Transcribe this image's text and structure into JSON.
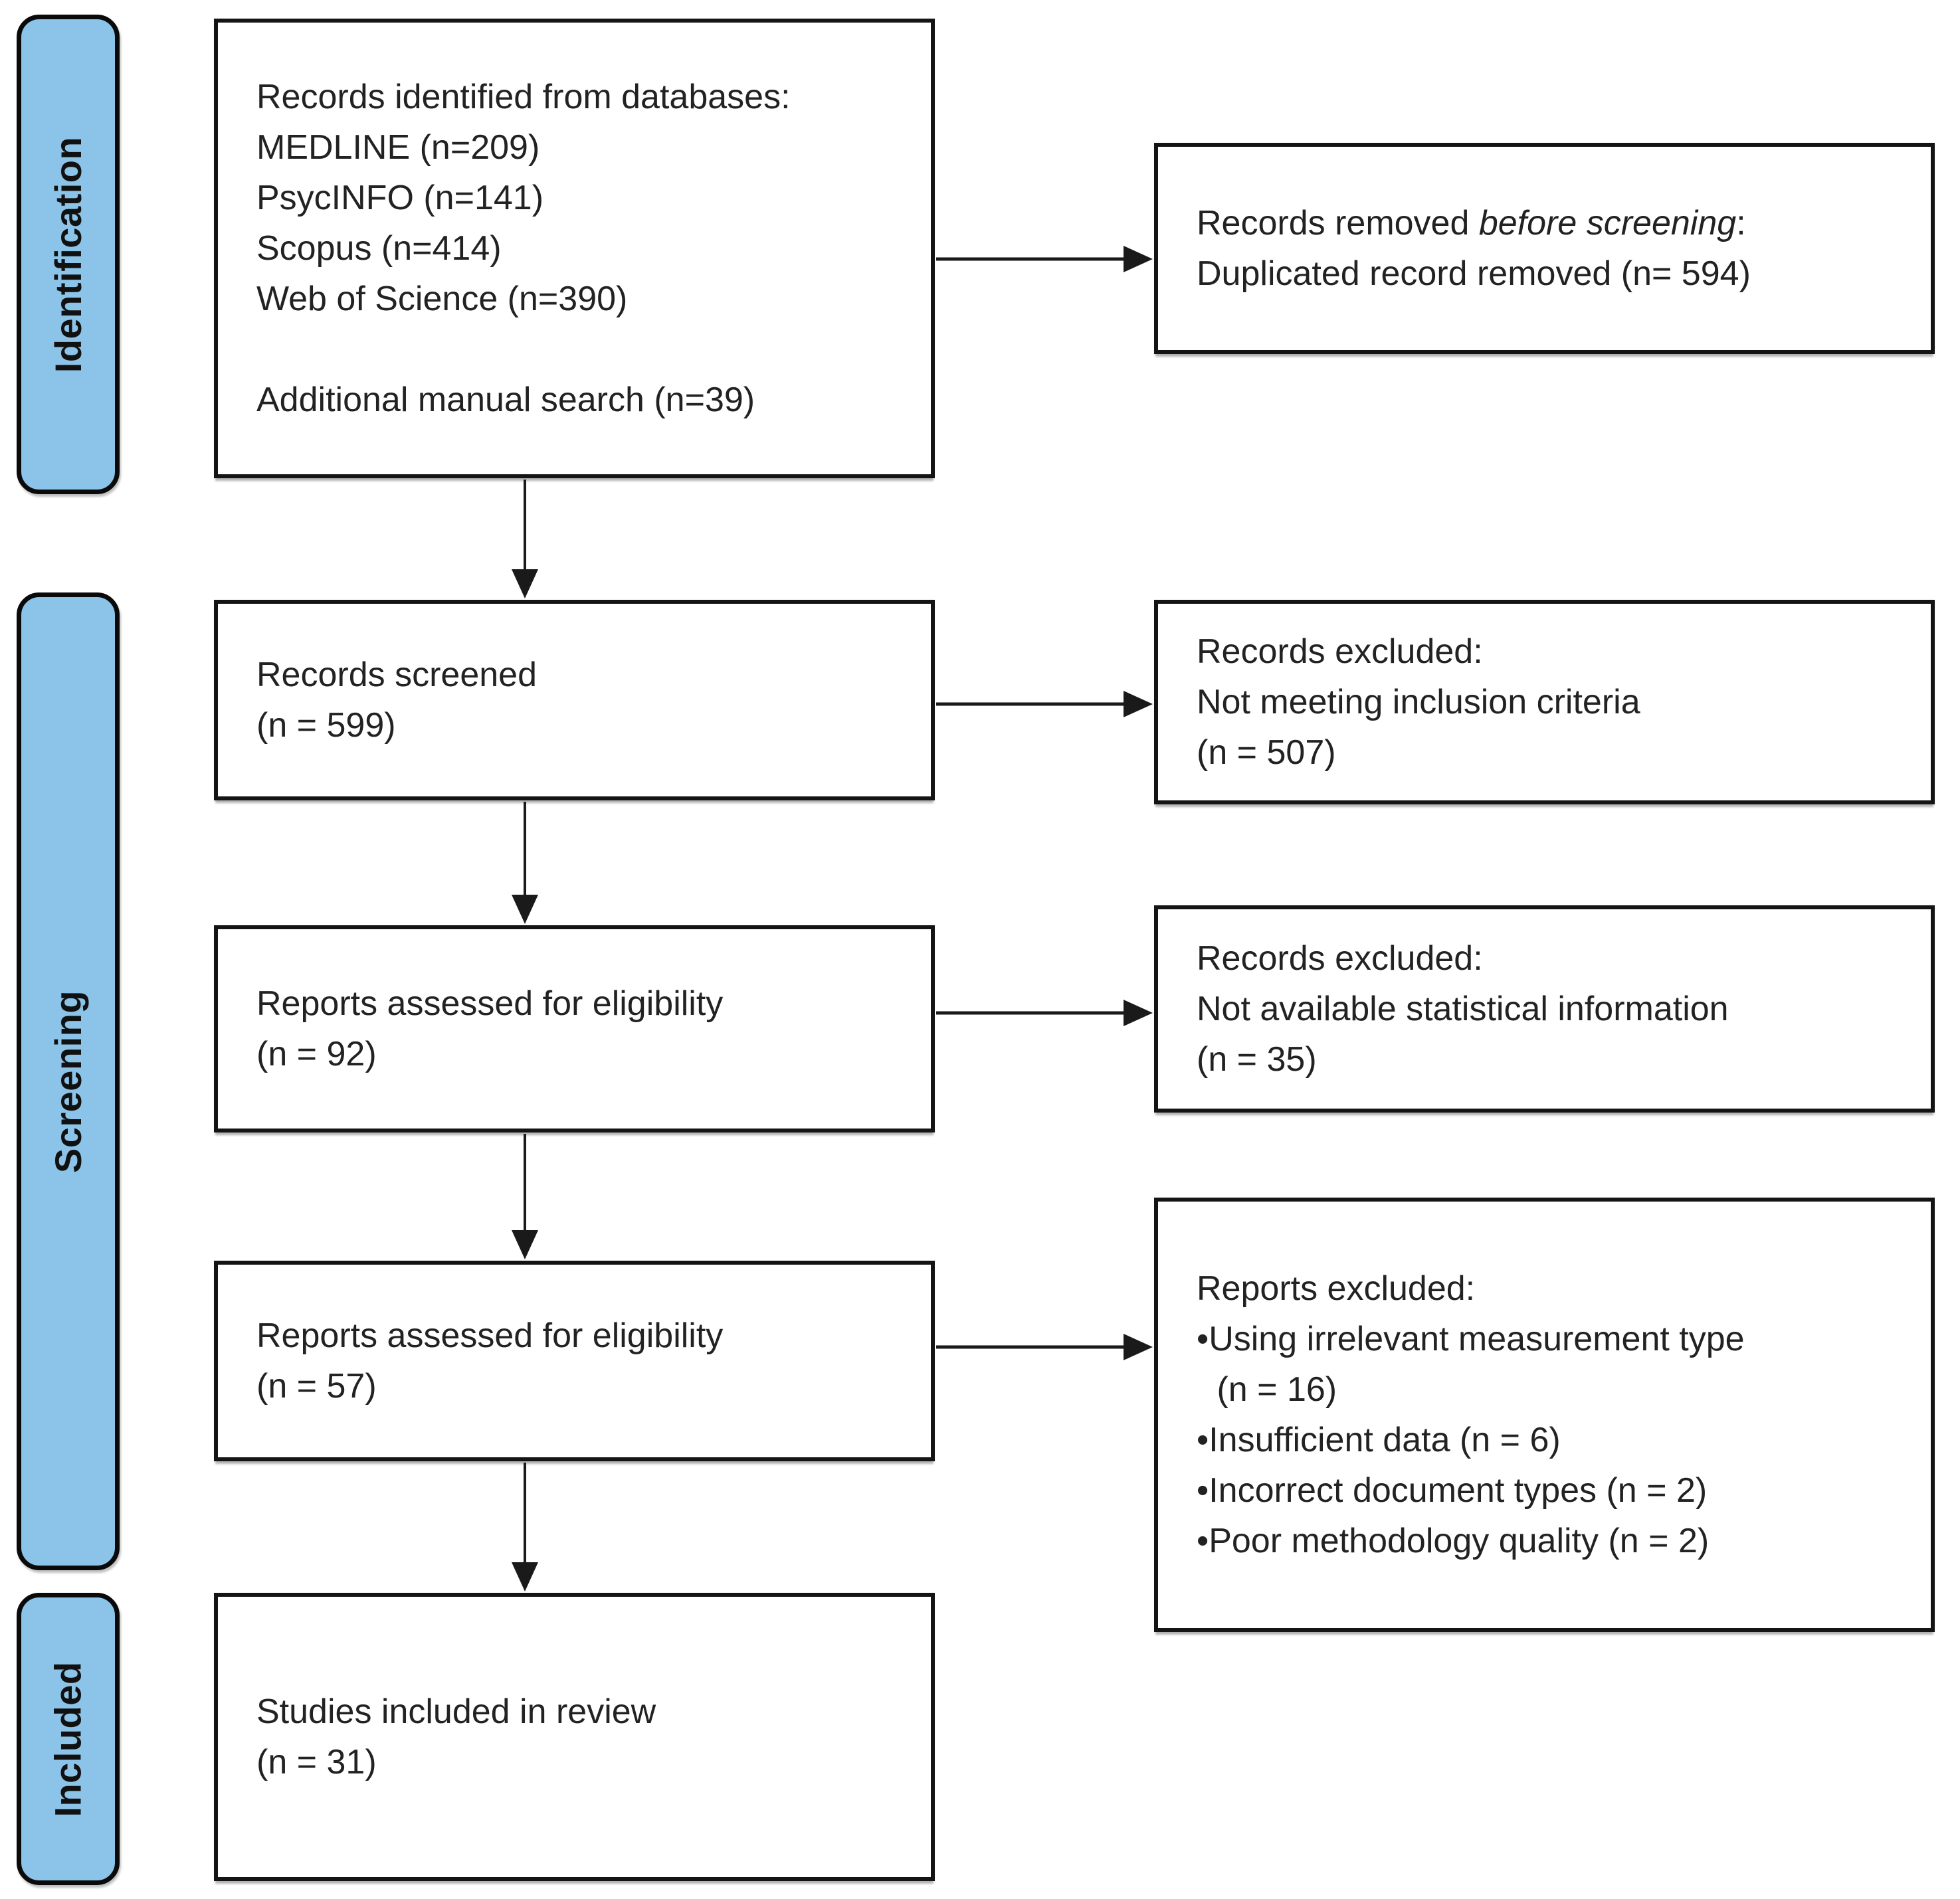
{
  "stages": [
    {
      "label": "Identification"
    },
    {
      "label": "Screening"
    },
    {
      "label": "Included"
    }
  ],
  "flow_boxes": [
    {
      "lines": [
        "Records identified from databases:",
        "MEDLINE (n=209)",
        "PsycINFO (n=141)",
        "Scopus (n=414)",
        "Web of Science (n=390)",
        "Additional manual search (n=39)"
      ]
    },
    {
      "lines": [
        "Records screened",
        "(n = 599)"
      ]
    },
    {
      "lines": [
        "Reports assessed for eligibility",
        "(n = 92)"
      ]
    },
    {
      "lines": [
        "Reports assessed for eligibility",
        "(n = 57)"
      ]
    },
    {
      "lines": [
        "Studies included in review",
        "(n = 31)"
      ]
    }
  ],
  "exclusion_boxes": [
    {
      "line1_prefix": "Records removed ",
      "line1_italic": "before screening",
      "line1_suffix": ":",
      "lines": [
        "Duplicated record removed (n= 594)"
      ]
    },
    {
      "lines": [
        "Records excluded:",
        "Not meeting inclusion criteria",
        "(n = 507)"
      ]
    },
    {
      "lines": [
        "Records excluded:",
        "Not available statistical information",
        "(n = 35)"
      ]
    },
    {
      "lines": [
        "Reports excluded:",
        "•Using irrelevant measurement type",
        " (n = 16)",
        "•Insufficient data (n = 6)",
        "•Incorrect document types (n = 2)",
        "•Poor methodology quality (n = 2)"
      ]
    }
  ],
  "colors": {
    "stage_fill": "#8CC3E8",
    "stage_border": "#0A0A0A",
    "box_fill": "#FFFFFF",
    "box_border": "#141414",
    "arrow": "#1A1A1A",
    "text": "#222222"
  }
}
